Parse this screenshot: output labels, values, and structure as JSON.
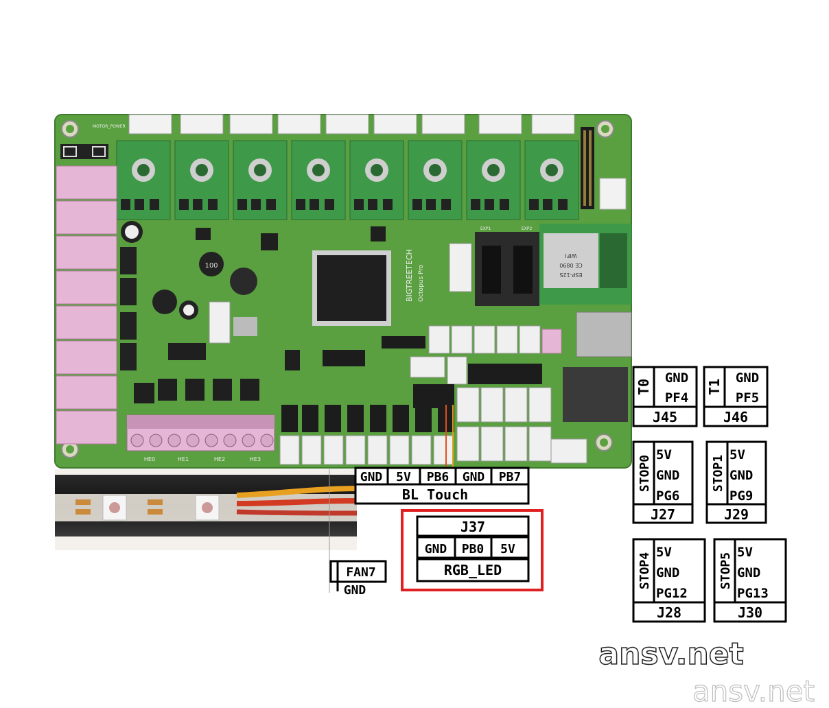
{
  "board": {
    "brand": "BIGTREETECH",
    "model": "Octopus Pro",
    "motor_power_label": "MOTOR_POWER",
    "wifi_module": {
      "line1": "ESP-12S",
      "line2": "CE 0890",
      "line3": "WIFI"
    },
    "heater_labels": [
      "HE0",
      "HE1",
      "HE2",
      "HE3"
    ],
    "inductor_label": "100",
    "exp_labels": [
      "EXP1",
      "EXP2"
    ]
  },
  "bl_touch": {
    "pins": [
      "GND",
      "5V",
      "PB6",
      "GND",
      "PB7"
    ],
    "name": "BL Touch"
  },
  "rgb_connector": {
    "id": "J37",
    "pins": [
      "GND",
      "PB0",
      "5V"
    ],
    "name": "RGB_LED"
  },
  "fan_connector": {
    "name": "FAN7",
    "pin": "GND"
  },
  "thermistors": [
    {
      "name": "T0",
      "pins": [
        "GND",
        "PF4"
      ],
      "id": "J45"
    },
    {
      "name": "T1",
      "pins": [
        "GND",
        "PF5"
      ],
      "id": "J46"
    }
  ],
  "endstops": [
    {
      "name": "STOP0",
      "pins": [
        "5V",
        "GND",
        "PG6"
      ],
      "id": "J27"
    },
    {
      "name": "STOP1",
      "pins": [
        "5V",
        "GND",
        "PG9"
      ],
      "id": "J29"
    },
    {
      "name": "STOP4",
      "pins": [
        "5V",
        "GND",
        "PG12"
      ],
      "id": "J28"
    },
    {
      "name": "STOP5",
      "pins": [
        "5V",
        "GND",
        "PG13"
      ],
      "id": "J30"
    }
  ],
  "watermarks": [
    "ansv.net",
    "ansv.net"
  ],
  "colors": {
    "pcb_green": "#5aa040",
    "driver_green": "#3e9a48",
    "terminal_pink": "#e6b6d6",
    "highlight_red": "#e02020",
    "chip_black": "#1f1f1f"
  }
}
